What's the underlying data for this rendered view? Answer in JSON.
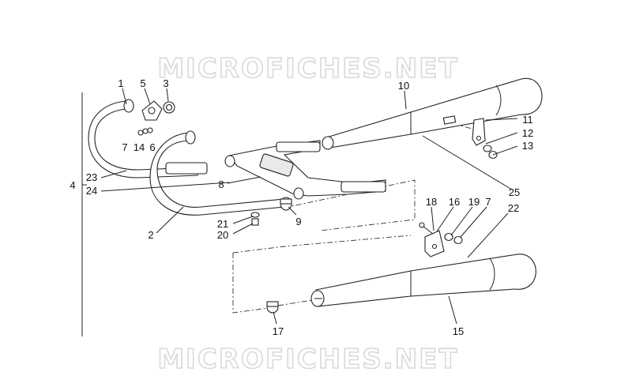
{
  "watermark": {
    "top": "MICROFICHES.NET",
    "bottom": "MICROFICHES.NET"
  },
  "labels": {
    "p1": "1",
    "p5": "5",
    "p3": "3",
    "p10": "10",
    "p7a": "7",
    "p14": "14",
    "p6": "6",
    "p11": "11",
    "p12": "12",
    "p13": "13",
    "p4": "4",
    "p23": "23",
    "p24": "24",
    "p8": "8",
    "p25": "25",
    "p2": "2",
    "p21": "21",
    "p20": "20",
    "p9": "9",
    "p18": "18",
    "p16": "16",
    "p19": "19",
    "p7b": "7",
    "p22": "22",
    "p17": "17",
    "p15": "15"
  },
  "colors": {
    "line": "#222222",
    "watermark": "#d9d9d9",
    "background": "#ffffff"
  }
}
